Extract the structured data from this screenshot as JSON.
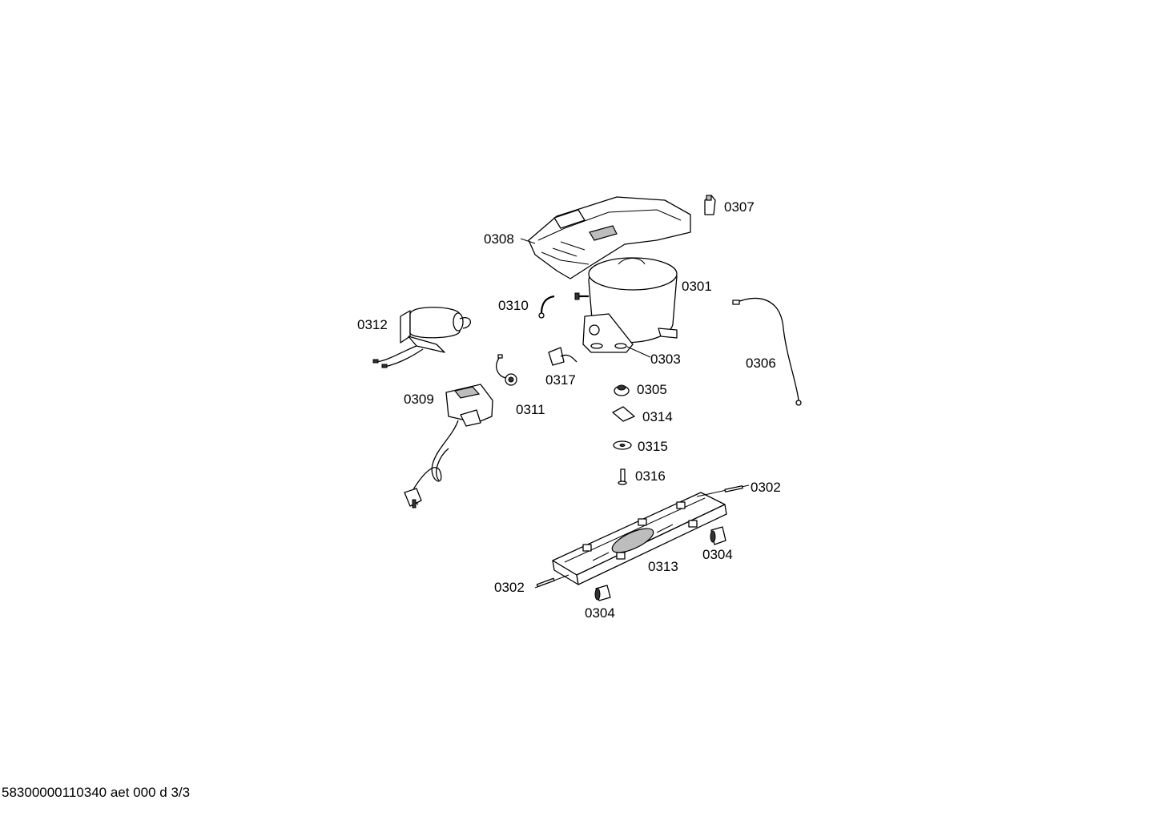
{
  "labels": {
    "p0301": "0301",
    "p0302a": "0302",
    "p0302b": "0302",
    "p0303": "0303",
    "p0304a": "0304",
    "p0304b": "0304",
    "p0305": "0305",
    "p0306": "0306",
    "p0307": "0307",
    "p0308": "0308",
    "p0309": "0309",
    "p0310": "0310",
    "p0311": "0311",
    "p0312": "0312",
    "p0313": "0313",
    "p0314": "0314",
    "p0315": "0315",
    "p0316": "0316",
    "p0317": "0317"
  },
  "footer": "58300000110340 aet 000 d 3/3"
}
